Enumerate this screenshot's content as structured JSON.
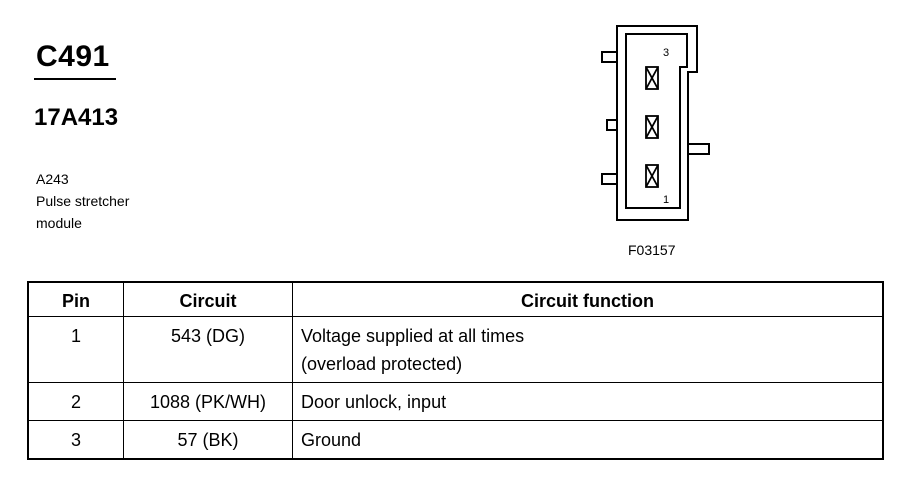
{
  "connector": {
    "id": "C491",
    "part_number": "17A413",
    "module_lines": [
      "A243",
      "Pulse stretcher",
      "module"
    ],
    "figure_code": "F03157",
    "pin_labels": {
      "top": "3",
      "bottom": "1"
    }
  },
  "table": {
    "headers": {
      "pin": "Pin",
      "circuit": "Circuit",
      "function": "Circuit function"
    },
    "rows": [
      {
        "pin": "1",
        "circuit": "543 (DG)",
        "function_lines": [
          "Voltage supplied at all times",
          "(overload protected)"
        ]
      },
      {
        "pin": "2",
        "circuit": "1088 (PK/WH)",
        "function_lines": [
          "Door unlock, input"
        ]
      },
      {
        "pin": "3",
        "circuit": "57 (BK)",
        "function_lines": [
          "Ground"
        ]
      }
    ]
  }
}
